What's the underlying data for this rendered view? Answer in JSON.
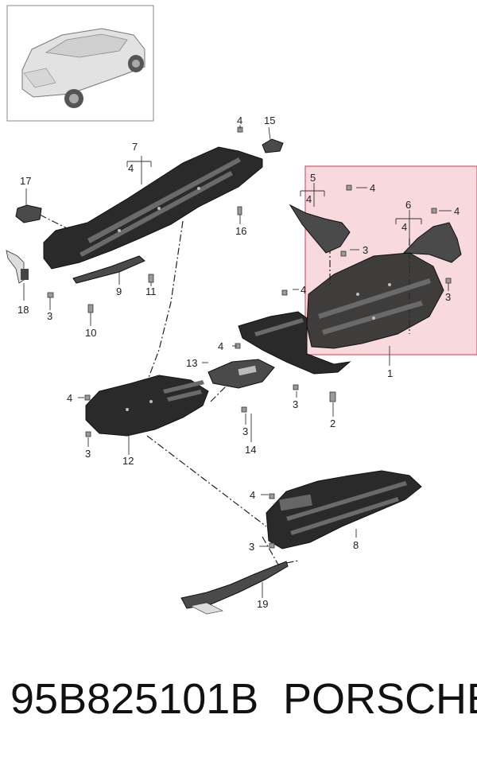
{
  "diagram": {
    "callouts": [
      "1",
      "2",
      "3",
      "4",
      "5",
      "6",
      "7",
      "8",
      "9",
      "10",
      "11",
      "12",
      "13",
      "14",
      "15",
      "16",
      "17",
      "18",
      "19"
    ],
    "bracket_sub_label": "4"
  },
  "footer": {
    "part_number": "95B825101B",
    "brand": "PORSCHE"
  },
  "colors": {
    "highlight_fill": "#f4c6cc",
    "highlight_border": "#e05567",
    "part_dark": "#2a2a2a"
  },
  "icons": [
    "car-thumbnail-icon"
  ]
}
